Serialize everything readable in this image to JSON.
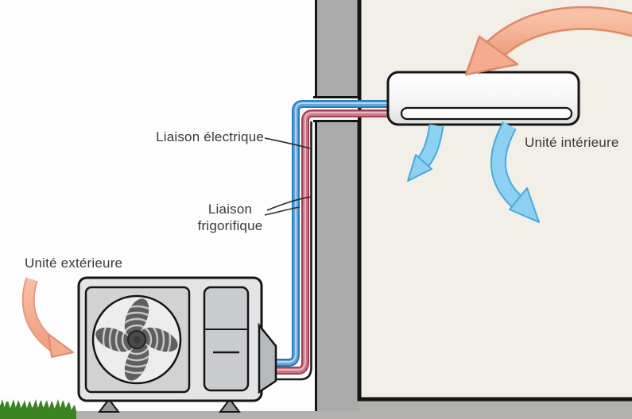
{
  "labels": {
    "electrical_link": "Liaison électrique",
    "refrigerant_link": "Liaison frigorifique",
    "indoor_unit": "Unité intérieure",
    "outdoor_unit": "Unité extérieure"
  },
  "colors": {
    "exterior_bg": "#fdfdfd",
    "interior_wall_bg": "#f2efe8",
    "wall_gray": "#ababab",
    "ground_gray": "#b2b1ae",
    "grass_green": "#3a8421",
    "pipe_blue": "#2e79b5",
    "pipe_blue_light": "#5fa8dc",
    "pipe_red": "#9e4255",
    "pipe_red_light": "#cf7787",
    "cable_black": "#1e1e1e",
    "warm_air_arrow": "#f5ab8d",
    "warm_air_arrow_edge": "#dd8a68",
    "cool_air_arrow": "#8cd0f2",
    "cool_air_arrow_edge": "#4aa9dc",
    "outline_black": "#151515",
    "label_text": "#383838"
  }
}
